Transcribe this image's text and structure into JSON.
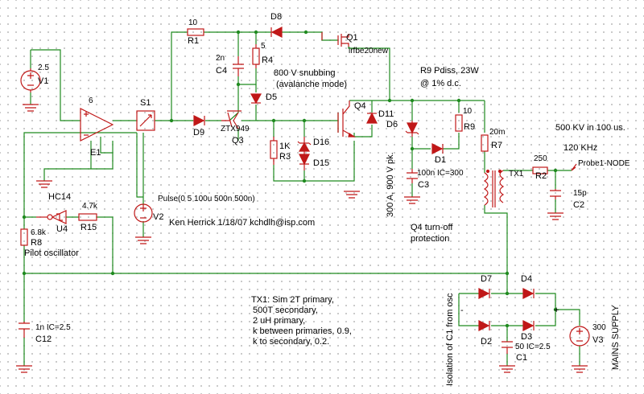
{
  "labels": {
    "v1_val": "2.5",
    "v1": "V1",
    "e1_gain": "6",
    "e1": "E1",
    "s1": "S1",
    "r1_val": "10",
    "r1": "R1",
    "d8": "D8",
    "q1": "Q1",
    "q1_part": "irfbe20new",
    "c4_val": "2n",
    "c4": "C4",
    "r4_val": "5",
    "r4": "R4",
    "snub1": "800 V snubbing",
    "snub2": "(avalanche mode)",
    "d5": "D5",
    "d9": "D9",
    "zt": "ZTX949",
    "q3": "Q3",
    "r9note1": "R9 Pdiss, 23W",
    "r9note2": "@ 1% d.c.",
    "q4": "Q4",
    "d11": "D11",
    "d6": "D6",
    "r9_val": "10",
    "r9": "R9",
    "r3_val": "1K",
    "r3": "R3",
    "d16": "D16",
    "d15": "D15",
    "d1": "D1",
    "r7_val": "20m",
    "r7": "R7",
    "spec1": "500 KV in 100 us.",
    "spec2": "120 KHz",
    "r2_val": "250",
    "r2": "R2",
    "probe": "Probe1-NODE",
    "tx1": "TX1",
    "c2_val": "15p",
    "c2": "C2",
    "c3_val": "100n IC=300",
    "c3": "C3",
    "rating": "300 A, 900 V pk.",
    "q4off1": "Q4 turn-off",
    "q4off2": "protection",
    "hc14": "HC14",
    "u4": "U4",
    "r15_val": "4.7k",
    "r15": "R15",
    "pulse": "Pulse(0 5 100u 500n 500n)",
    "v2": "V2",
    "author": "Ken Herrick 1/18/07 kchdlh@isp.com",
    "r8_val": "6.8k",
    "r8": "R8",
    "pilot": "Pilot oscillator",
    "tx1note1": "TX1: Sim 2T primary,",
    "tx1note2": "500T secondary,",
    "tx1note3": "2 uH primary,",
    "tx1note4": "k between primaries, 0.9,",
    "tx1note5": "k to secondary, 0.2.",
    "c12_val": "1n IC=2.5",
    "c12": "C12",
    "iso": "Isolation of C1 from osc",
    "d7": "D7",
    "d4": "D4",
    "d2": "D2",
    "d3": "D3",
    "c1_val": "50 IC=2.5",
    "c1": "C1",
    "v3_val": "300",
    "v3": "V3",
    "mains": "MAINS SUPPLY",
    "minus": "-",
    "plus": "+"
  }
}
